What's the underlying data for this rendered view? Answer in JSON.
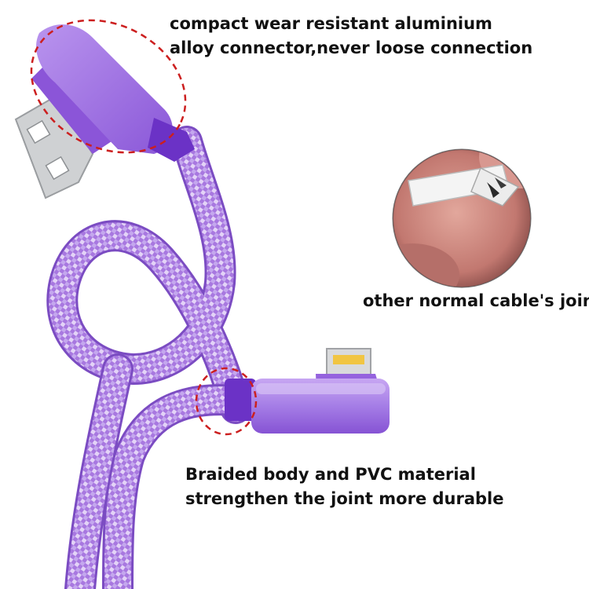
{
  "captions": {
    "connector": [
      "compact wear resistant aluminium",
      "alloy connector,never loose connection"
    ],
    "normal_joint": "other normal cable's joint",
    "braided": [
      "Braided body and PVC material",
      "strengthen the joint more durable"
    ]
  },
  "colors": {
    "background": "#ffffff",
    "cable_purple": "#9a6ad8",
    "cable_light": "#d9c6f3",
    "connector_purple": "#a87ee6",
    "sleeve_purple": "#7d3fd6",
    "callout_red": "#cc1f1f",
    "usb_metal": "#d4d6d8",
    "lightning_gold": "#f1c542",
    "skin": "#c97f78"
  }
}
